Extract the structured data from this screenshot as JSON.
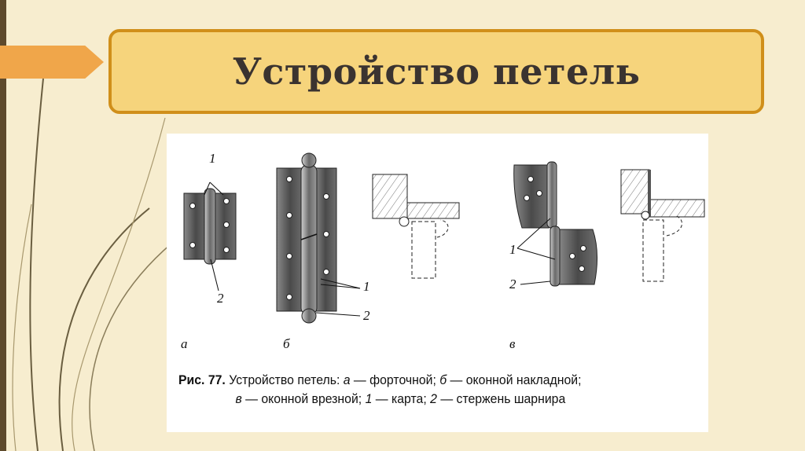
{
  "slide": {
    "title": "Устройство петель"
  },
  "figure": {
    "callout_labels": [
      "1",
      "2"
    ],
    "panel_labels": [
      "а",
      "б",
      "в"
    ],
    "caption": {
      "fig_number": "Рис. 77.",
      "line1_rest": " Устройство петель: ",
      "a_letter": "а",
      "a_text": " — форточной; ",
      "b_letter": "б",
      "b_text": " — оконной накладной;",
      "v_letter": "в",
      "v_text": " — оконной врезной; ",
      "one_letter": "1",
      "one_text": " — карта; ",
      "two_letter": "2",
      "two_text": " — стержень шарнира"
    }
  },
  "colors": {
    "background": "#f7edcf",
    "title_fill": "#f6d47c",
    "title_border": "#d08f1a",
    "arrow_tab": "#f0a64a",
    "metal_dark": "#5b5b5b",
    "metal_light": "#bdbdbd"
  }
}
